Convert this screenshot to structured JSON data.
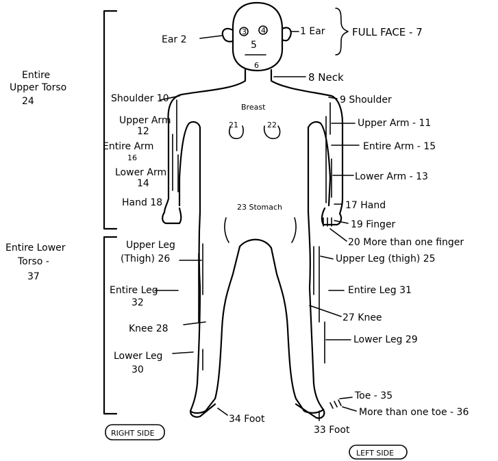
{
  "labels": {
    "ear_right": "Ear 2",
    "ear_left": "1 Ear",
    "full_face": "FULL FACE - 7",
    "face_num_3": "3",
    "face_num_4": "4",
    "face_num_5": "5",
    "face_num_6": "6",
    "neck": "8 Neck",
    "entire_upper_torso_l1": "Entire",
    "entire_upper_torso_l2": "Upper Torso",
    "entire_upper_torso_l3": "24",
    "shoulder_right": "Shoulder 10",
    "shoulder_left": "9 Shoulder",
    "breast": "Breast",
    "breast_right": "21",
    "breast_left": "22",
    "upper_arm_right_l1": "Upper Arm",
    "upper_arm_right_l2": "12",
    "upper_arm_left": "Upper Arm - 11",
    "entire_arm_right_l1": "Entire Arm",
    "entire_arm_right_l2": "16",
    "entire_arm_left": "Entire Arm - 15",
    "lower_arm_right_l1": "Lower Arm",
    "lower_arm_right_l2": "14",
    "lower_arm_left": "Lower Arm - 13",
    "hand_right": "Hand 18",
    "hand_left": "17 Hand",
    "finger": "19 Finger",
    "more_than_one_finger": "20 More than one finger",
    "stomach": "23 Stomach",
    "entire_lower_torso_l1": "Entire Lower",
    "entire_lower_torso_l2": "Torso -",
    "entire_lower_torso_l3": "37",
    "upper_leg_right_l1": "Upper Leg",
    "upper_leg_right_l2": "(Thigh) 26",
    "upper_leg_left": "Upper Leg (thigh) 25",
    "entire_leg_right_l1": "Entire Leg",
    "entire_leg_right_l2": "32",
    "entire_leg_left": "Entire Leg 31",
    "knee_right": "Knee 28",
    "knee_left": "27 Knee",
    "lower_leg_right_l1": "Lower Leg",
    "lower_leg_right_l2": "30",
    "lower_leg_left": "Lower Leg 29",
    "foot_right": "34 Foot",
    "foot_left": "33 Foot",
    "toe": "Toe - 35",
    "more_than_one_toe": "More than one toe - 36",
    "right_side": "RIGHT SIDE",
    "left_side": "LEFT SIDE"
  }
}
